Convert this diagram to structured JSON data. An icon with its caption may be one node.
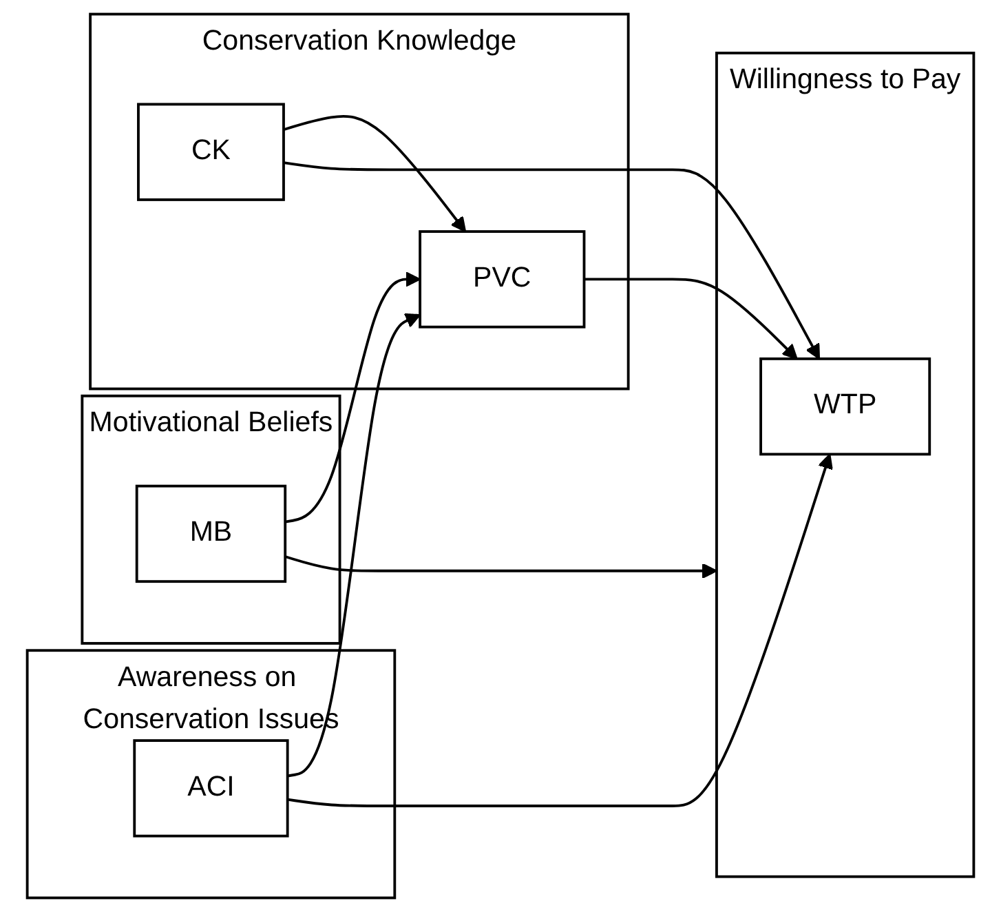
{
  "diagram": {
    "nodes": [
      {
        "text": [
          "Motivational Beliefs"
        ]
      },
      {
        "text": [
          "MB"
        ],
        "in": 0
      },
      {
        "text": [
          "Conservation Knowledge"
        ]
      },
      {
        "text": [
          "PVC"
        ],
        "in": 2
      },
      {
        "text": [
          "CK"
        ],
        "in": 2
      },
      {
        "text": [
          "Willingness to Pay"
        ]
      },
      {
        "text": [
          "WTP"
        ],
        "in": 5
      },
      {
        "text": [
          "Awareness on Conservation Issues"
        ]
      },
      {
        "text": [
          "ACI"
        ],
        "in": 7
      }
    ],
    "edges": [
      {
        "from": 1,
        "to": 5,
        "arrow": "to"
      },
      {
        "from": 1,
        "to": 3,
        "arrow": "to"
      },
      {
        "from": 4,
        "to": 3,
        "arrow": "to"
      },
      {
        "from": 3,
        "to": 6,
        "arrow": "to"
      },
      {
        "from": 4,
        "to": 6,
        "arrow": "to"
      },
      {
        "from": 8,
        "to": 3,
        "arrow": "to"
      },
      {
        "from": 8,
        "to": 6,
        "arrow": "to"
      }
    ]
  }
}
